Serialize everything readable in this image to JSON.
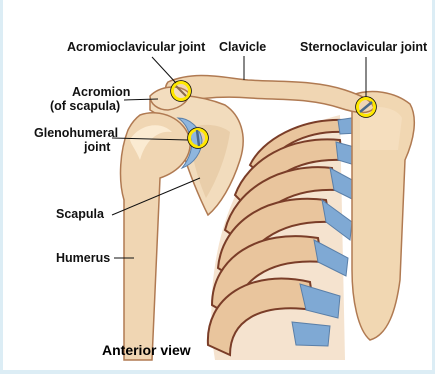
{
  "labels": {
    "acromioclavicular": "Acromioclavicular joint",
    "clavicle": "Clavicle",
    "sternoclavicular": "Sternoclavicular joint",
    "acromion_line1": "Acromion",
    "acromion_line2": "(of scapula)",
    "glenohumeral_line1": "Glenohumeral",
    "glenohumeral_line2": "joint",
    "scapula": "Scapula",
    "humerus": "Humerus"
  },
  "view_caption": "Anterior view",
  "colors": {
    "bone": "#f0d6b3",
    "bone_shadow": "#c9956a",
    "rib": "#e8c39b",
    "rib_dark": "#8a4a32",
    "cartilage": "#7fa9d4",
    "joint_highlight": "#ffe800",
    "background": "#dcedf5"
  }
}
